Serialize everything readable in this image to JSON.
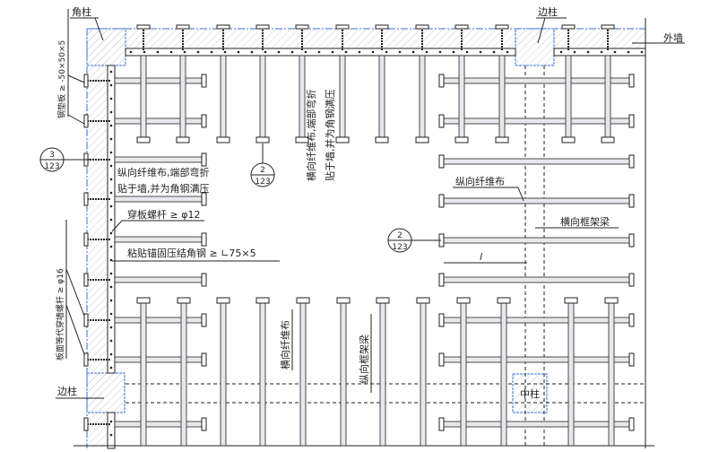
{
  "labels": {
    "corner_column": "角柱",
    "steel_pad": "钢垫板 ≥ -50×50×5",
    "edge_column_top": "边柱",
    "outer_wall": "外墙",
    "long_fiber_note_1": "纵向纤维布,端部弯折",
    "long_fiber_note_2": "贴于墙,并为角钢满压",
    "through_bolt": "穿板螺杆 ≥ φ12",
    "angle_steel": "粘贴锚固压结角钢 ≥ ∟75×5",
    "equiv_bolt": "板面等代穿墙螺杆 ≥ φ16",
    "trans_fiber_note_1": "横向纤维布,端部弯折",
    "trans_fiber_note_2": "贴于墙,并为角钢满压",
    "long_fiber": "纵向纤维布",
    "trans_beam": "横向框架梁",
    "span_l": "l",
    "trans_fiber": "横向纤维布",
    "long_beam": "纵向框架梁",
    "edge_column_bottom": "边柱",
    "middle_column": "中柱"
  },
  "detail_refs": [
    {
      "num": "3",
      "sheet": "123"
    },
    {
      "num": "2",
      "sheet": "123"
    },
    {
      "num": "2",
      "sheet": "123"
    }
  ],
  "colors": {
    "outline": "#3a6fd8",
    "line": "#222222",
    "hatch": "#c8ccd4"
  }
}
